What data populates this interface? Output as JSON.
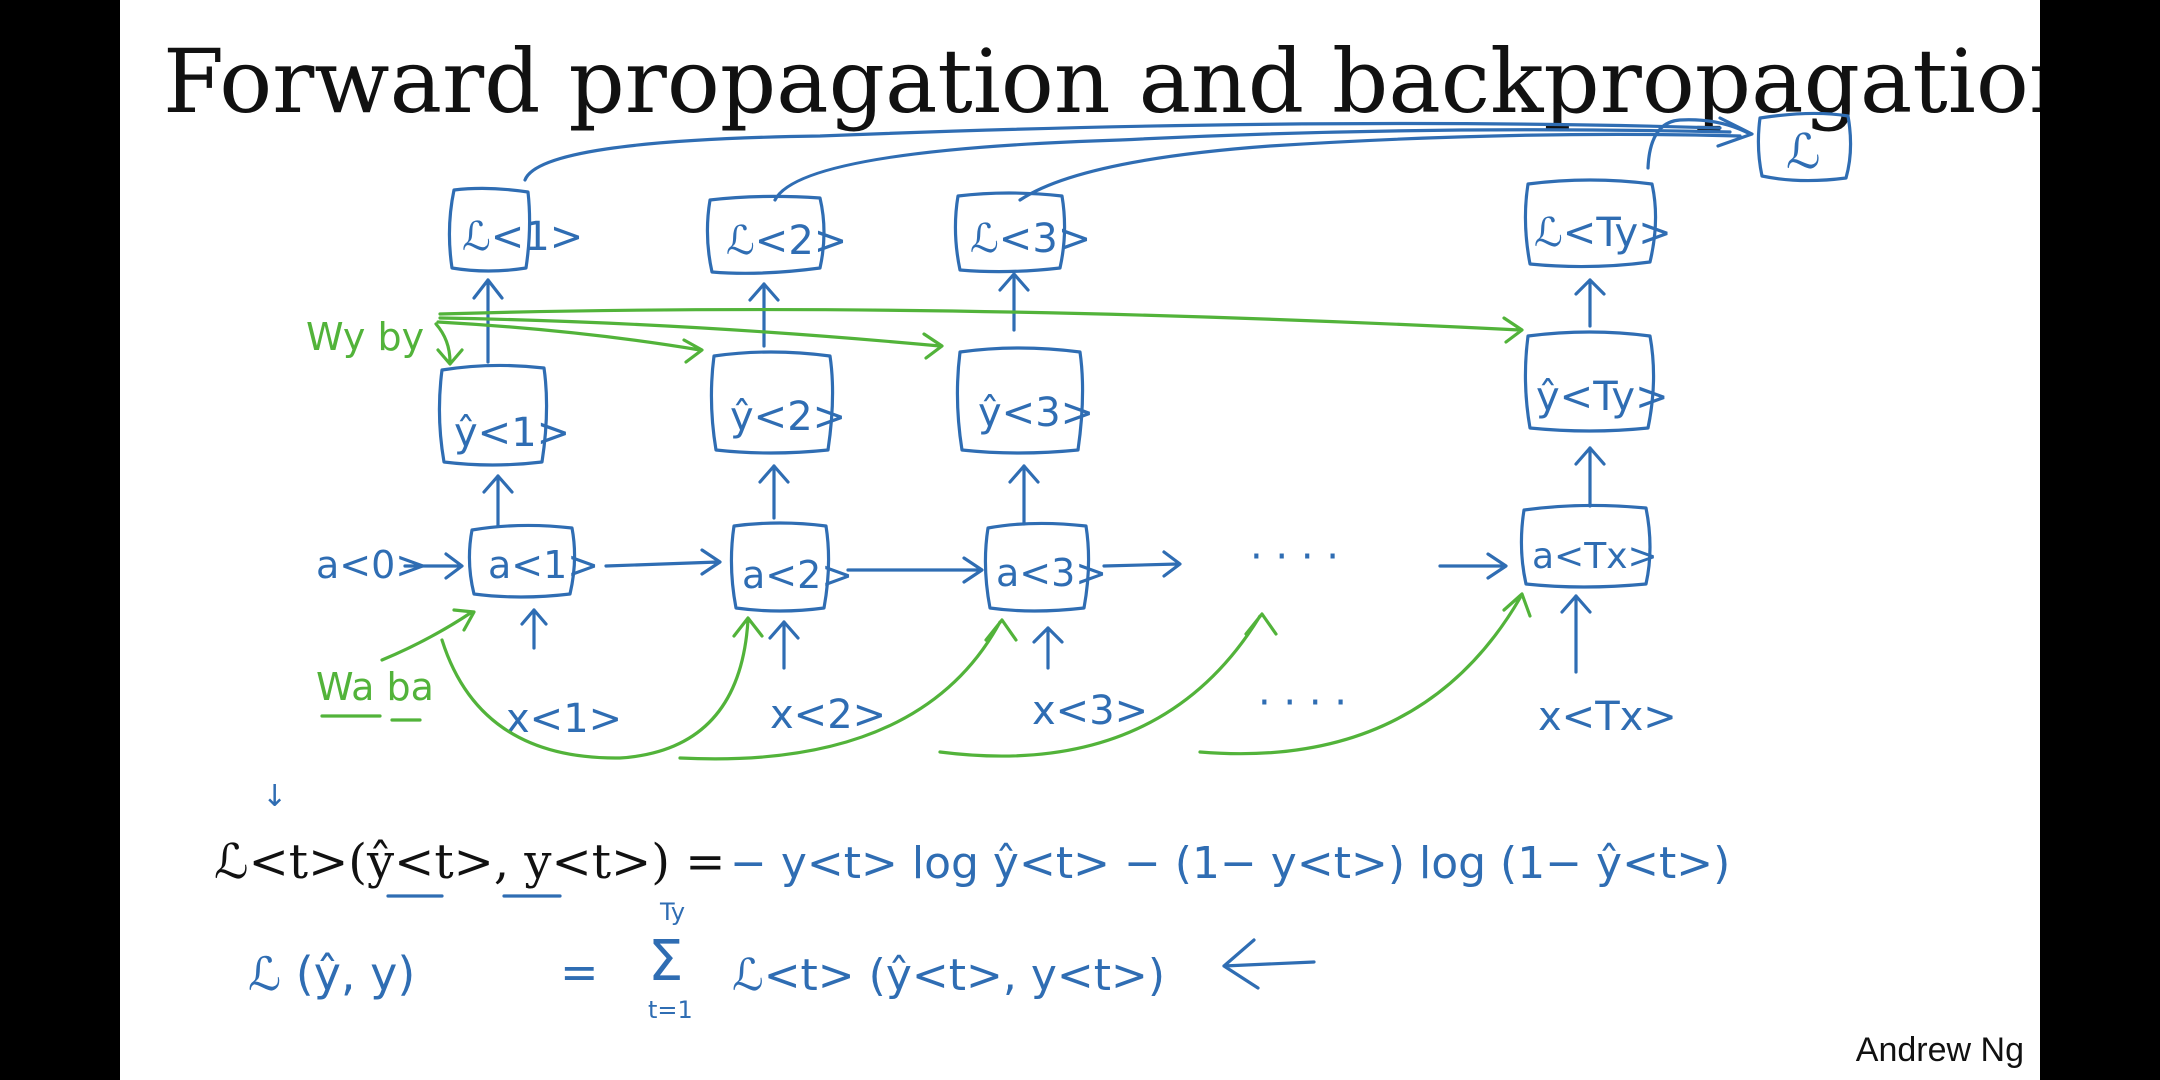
{
  "slide": {
    "title": "Forward propagation and backpropagation",
    "author": "Andrew Ng"
  },
  "colors": {
    "ink": "#2f6db3",
    "green": "#52b33a",
    "background": "#ffffff"
  },
  "diagram": {
    "loss_nodes": [
      "ℒ<1>",
      "ℒ<2>",
      "ℒ<3>",
      "ℒ<Ty>"
    ],
    "total_loss": "ℒ",
    "output_nodes": [
      "ŷ<1>",
      "ŷ<2>",
      "ŷ<3>",
      "ŷ<Ty>"
    ],
    "activation_nodes": [
      "a<1>",
      "a<2>",
      "a<3>",
      "a<Tx>"
    ],
    "inputs": [
      "x<1>",
      "x<2>",
      "x<3>",
      "x<Tx>"
    ],
    "initial_activation": "a<0>",
    "ellipsis": "· · · ·",
    "ellipsis_inputs": "· · · ·",
    "param_output": "Wy by",
    "param_hidden": "Wa ba"
  },
  "equations": {
    "loss_t_lhs": "ℒ<t>(ŷ<t>, y<t>) =",
    "loss_t_rhs": "− y<t> log ŷ<t> − (1− y<t>) log (1− ŷ<t>)",
    "total_lhs": "ℒ (ŷ, y)",
    "total_eq": "=",
    "sum_top": "Ty",
    "sum_bottom": "t=1",
    "total_rhs": "ℒ<t> (ŷ<t>, y<t>)"
  }
}
